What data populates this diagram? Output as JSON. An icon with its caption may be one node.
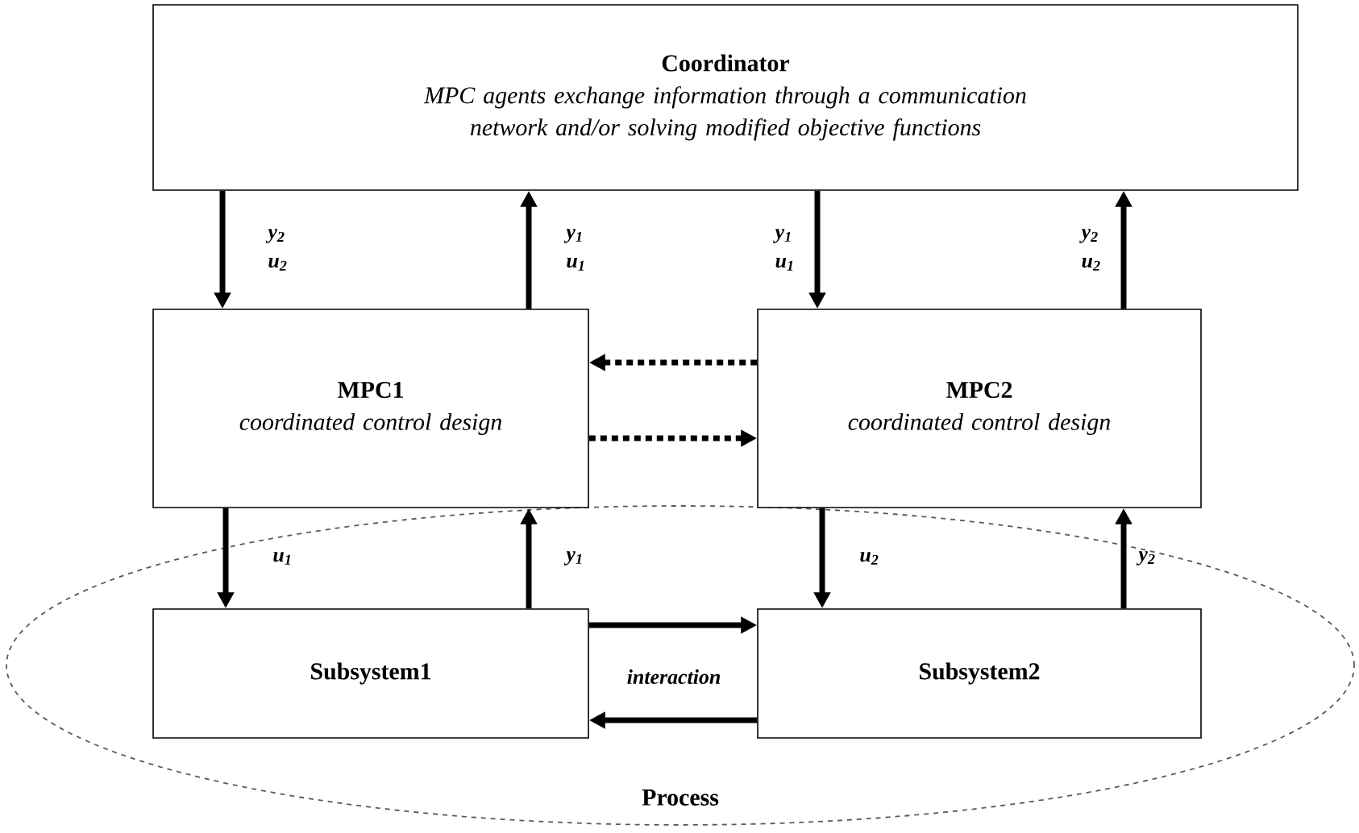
{
  "diagram": {
    "nodes": [
      {
        "text": [
          "Coordinator",
          "MPC agents exchange information through a communication network and/or solving modified objective functions"
        ]
      },
      {
        "text": [
          "MPC1",
          "coordinated control design"
        ]
      },
      {
        "text": [
          "MPC2",
          "coordinated control design"
        ]
      },
      {
        "text": [
          "Process"
        ]
      },
      {
        "text": [
          "Subsystem1"
        ],
        "in": 3
      },
      {
        "text": [
          "Subsystem2"
        ],
        "in": 3
      }
    ],
    "edges": [
      {
        "from": 0,
        "to": 1,
        "arrow": "to",
        "label": "y$_{2}$ u$_{2}$"
      },
      {
        "from": 1,
        "to": 0,
        "arrow": "to",
        "label": "y$_{1}$ u$_{1}$"
      },
      {
        "from": 0,
        "to": 2,
        "arrow": "to",
        "label": "y$_{1}$ u$_{1}$"
      },
      {
        "from": 2,
        "to": 0,
        "arrow": "to",
        "label": "y$_{2}$ u$_{2}$"
      },
      {
        "from": 2,
        "to": 1,
        "arrow": "to",
        "style": "dashed"
      },
      {
        "from": 1,
        "to": 2,
        "arrow": "to",
        "style": "dashed"
      },
      {
        "from": 1,
        "to": 4,
        "arrow": "to",
        "label": "u$_{1}$"
      },
      {
        "from": 4,
        "to": 1,
        "arrow": "to",
        "label": "y$_{1}$"
      },
      {
        "from": 2,
        "to": 5,
        "arrow": "to",
        "label": "u$_{2}$"
      },
      {
        "from": 5,
        "to": 2,
        "arrow": "to",
        "label": "y$_{2}$"
      },
      {
        "from": 4,
        "to": 5,
        "arrow": "to"
      },
      {
        "from": 5,
        "to": 4,
        "arrow": "to"
      }
    ],
    "labels": [
      "interaction"
    ]
  }
}
